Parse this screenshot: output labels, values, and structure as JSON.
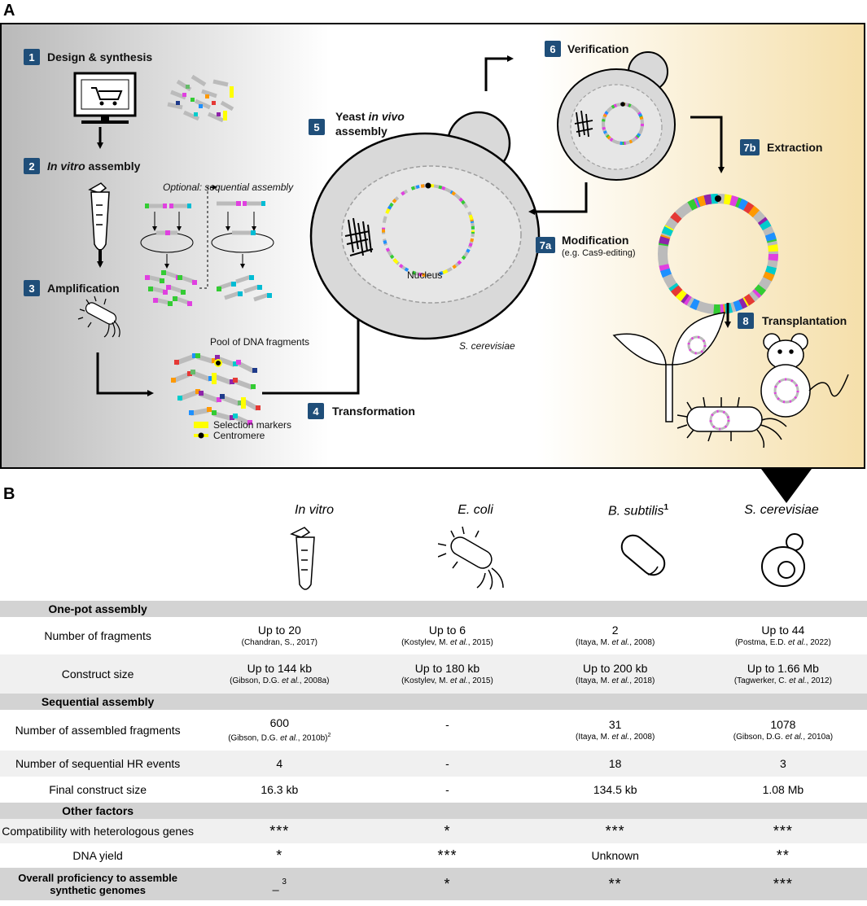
{
  "panel_a": {
    "letter": "A",
    "steps": {
      "s1": {
        "num": "1",
        "label": "Design & synthesis"
      },
      "s2": {
        "num": "2",
        "label_italic": "In vitro",
        "label_rest": " assembly"
      },
      "s2_optional": "Optional: sequential assembly",
      "s3": {
        "num": "3",
        "label": "Amplification"
      },
      "s4": {
        "num": "4",
        "label": "Transformation"
      },
      "s5": {
        "num": "5",
        "line1_a": "Yeast ",
        "line1_b": "in vivo",
        "line2": "assembly"
      },
      "s6": {
        "num": "6",
        "label": "Verification"
      },
      "s7a": {
        "num": "7a",
        "label": "Modification",
        "sub": "(e.g. Cas9-editing)"
      },
      "s7b": {
        "num": "7b",
        "label": "Extraction"
      },
      "s8": {
        "num": "8",
        "label": "Transplantation"
      }
    },
    "pool_label": "Pool of DNA fragments",
    "legend": {
      "selection": "Selection markers",
      "centromere": "Centromere"
    },
    "nucleus": "Nucleus",
    "species": "S. cerevisiae",
    "colors": {
      "badge": "#1f4e79",
      "selection": "#ffff00",
      "magenta": "#e040e0",
      "green": "#33cc33"
    }
  },
  "panel_b": {
    "letter": "B",
    "columns": [
      {
        "name": "In vitro",
        "sup": ""
      },
      {
        "name": "E. coli",
        "sup": ""
      },
      {
        "name": "B. subtilis",
        "sup": "1"
      },
      {
        "name": "S. cerevisiae",
        "sup": ""
      }
    ],
    "sections": {
      "one_pot": "One-pot assembly",
      "sequential": "Sequential assembly",
      "other": "Other factors"
    },
    "rows": {
      "num_fragments": {
        "label": "Number of fragments",
        "values": [
          "Up to 20",
          "Up to 6",
          "2",
          "Up to 44"
        ],
        "refs": [
          "(Chandran, S., 2017)",
          "(Kostylev, M. et al., 2015)",
          "(Itaya, M. et al., 2008)",
          "(Postma, E.D. et al., 2022)"
        ]
      },
      "construct_size": {
        "label": "Construct size",
        "values": [
          "Up to 144 kb",
          "Up to 180 kb",
          "Up to 200 kb",
          "Up to 1.66 Mb"
        ],
        "refs": [
          "(Gibson, D.G. et al., 2008a)",
          "(Kostylev, M. et al., 2015)",
          "(Itaya, M. et al., 2018)",
          "(Tagwerker, C. et al., 2012)"
        ]
      },
      "assembled_fragments": {
        "label": "Number of assembled fragments",
        "values": [
          "600",
          "-",
          "31",
          "1078"
        ],
        "refs": [
          "(Gibson, D.G. et al., 2010b)",
          "",
          "(Itaya, M. et al., 2008)",
          "(Gibson, D.G. et al., 2010a)"
        ],
        "ref0_sup": "2"
      },
      "hr_events": {
        "label": "Number of sequential HR events",
        "values": [
          "4",
          "-",
          "18",
          "3"
        ]
      },
      "final_size": {
        "label": "Final construct size",
        "values": [
          "16.3 kb",
          "-",
          "134.5 kb",
          "1.08 Mb"
        ]
      },
      "compat": {
        "label": "Compatibility with heterologous genes",
        "values": [
          "***",
          "*",
          "***",
          "***"
        ]
      },
      "yield": {
        "label": "DNA yield",
        "values": [
          "*",
          "***",
          "Unknown",
          "**"
        ]
      },
      "overall": {
        "label": "Overall proficiency to assemble synthetic genomes",
        "values": [
          "_",
          "*",
          "**",
          "***"
        ],
        "v0_sup": "3"
      }
    }
  }
}
